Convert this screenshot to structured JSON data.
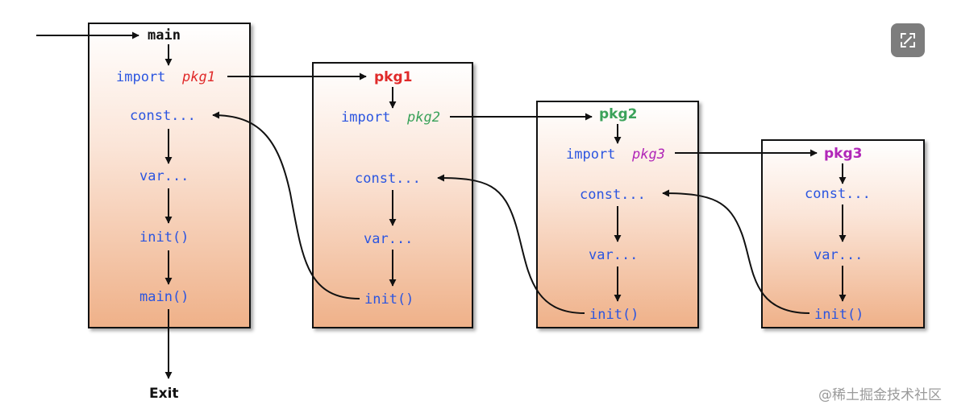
{
  "diagram": {
    "colors": {
      "keyword": "#2b55e0",
      "pkg1": "#e02a2a",
      "pkg2": "#3aa25a",
      "pkg3": "#b127b8",
      "text": "#111111",
      "box_bottom": "#efb189"
    },
    "main": {
      "title": "main",
      "import_kw": "import",
      "import_pkg": "pkg1",
      "const": "const...",
      "var": "var...",
      "init": "init()",
      "main_fn": "main()",
      "exit": "Exit"
    },
    "pkg1": {
      "title": "pkg1",
      "import_kw": "import",
      "import_pkg": "pkg2",
      "const": "const...",
      "var": "var...",
      "init": "init()"
    },
    "pkg2": {
      "title": "pkg2",
      "import_kw": "import",
      "import_pkg": "pkg3",
      "const": "const...",
      "var": "var...",
      "init": "init()"
    },
    "pkg3": {
      "title": "pkg3",
      "const": "const...",
      "var": "var...",
      "init": "init()"
    }
  },
  "toolbar": {
    "expand_icon": "expand-icon"
  },
  "watermark": "@稀土掘金技术社区"
}
